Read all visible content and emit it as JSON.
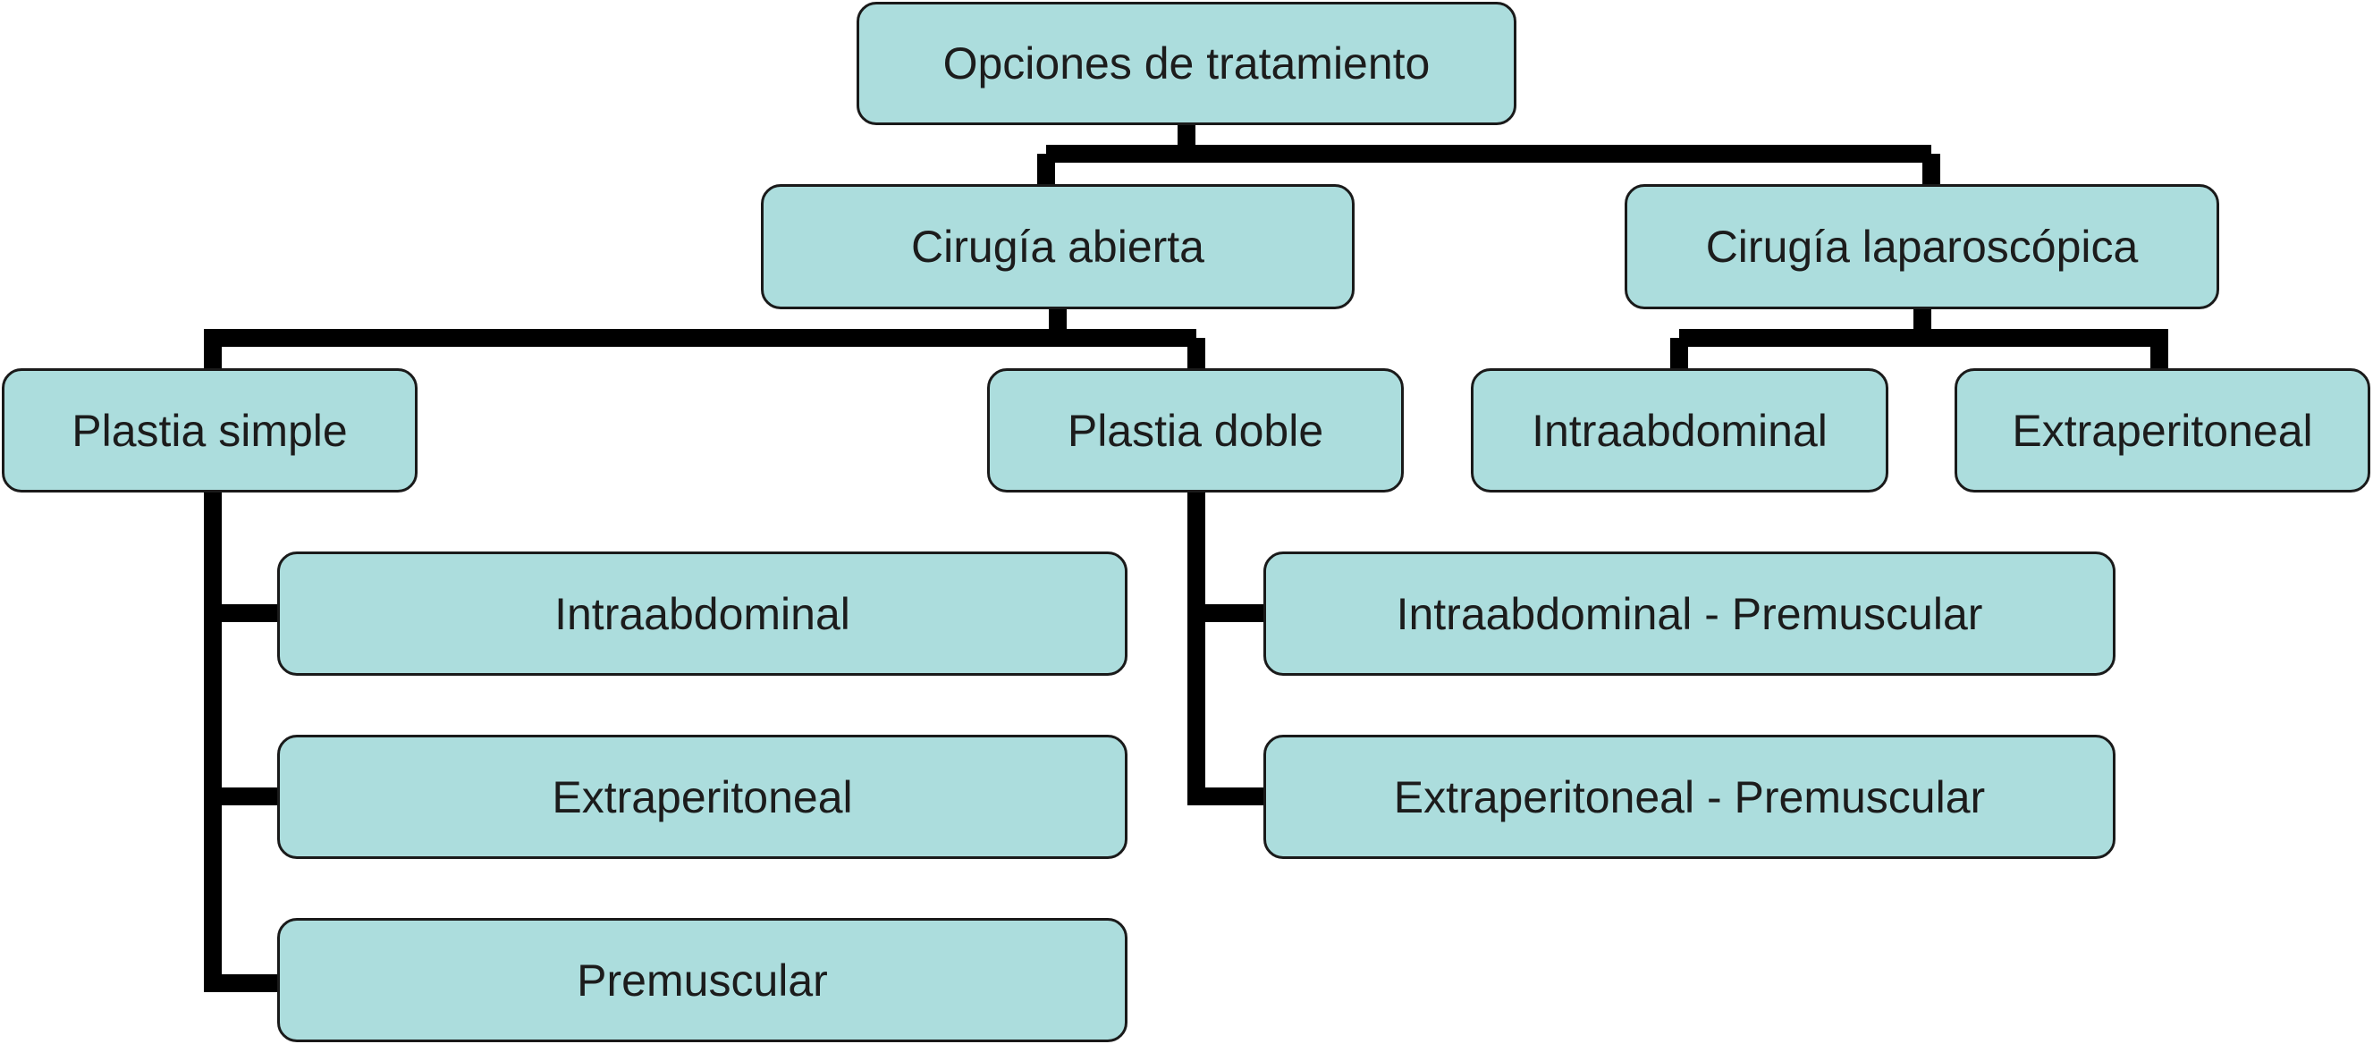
{
  "diagram": {
    "root": {
      "label": "Opciones de tratamiento"
    },
    "open_surgery": {
      "label": "Cirugía abierta",
      "simple_plasty": {
        "label": "Plastia simple",
        "children": [
          "Intraabdominal",
          "Extraperitoneal",
          "Premuscular"
        ]
      },
      "double_plasty": {
        "label": "Plastia doble",
        "children": [
          "Intraabdominal - Premuscular",
          "Extraperitoneal - Premuscular"
        ]
      }
    },
    "laparoscopic_surgery": {
      "label": "Cirugía laparoscópica",
      "children": [
        "Intraabdominal",
        "Extraperitoneal"
      ]
    }
  },
  "colors": {
    "node_fill": "#acdddd",
    "node_border": "#1a1a1a",
    "connector": "#000000",
    "text": "#1c1c1c"
  }
}
